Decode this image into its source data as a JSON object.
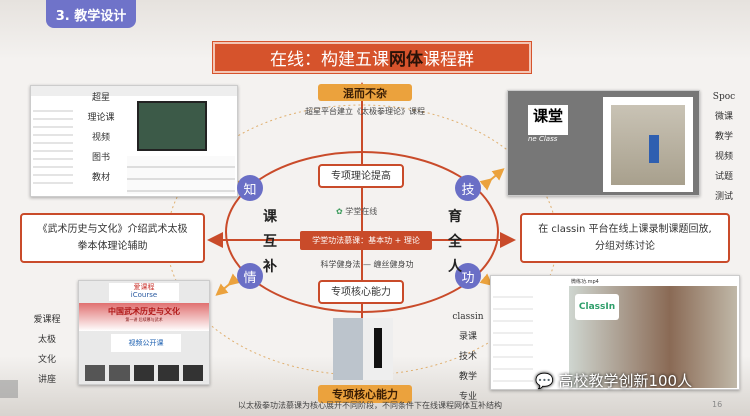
{
  "section_badge": "3. 教学设计",
  "title": {
    "pre": "在线：构建五课",
    "bold": "网体",
    "post": "课程群"
  },
  "top_tag": "混而不杂",
  "top_subtitle": "超星平台建立《太极拳理论》课程",
  "left_top_labels": [
    "超星",
    "理论课",
    "视频",
    "图书",
    "教材"
  ],
  "right_top_labels": [
    "Spoc",
    "微课",
    "教学",
    "视频",
    "试题",
    "测试"
  ],
  "right_top_shot": {
    "logo_text": "课堂",
    "sub": "ne Class"
  },
  "upper_box": "专项理论提高",
  "lower_box": "专项核心能力",
  "center_logo": "学堂在线",
  "center_bar": "学堂功法慕课：基本功 + 理论",
  "center_sub": "科学健身法 — 缠丝健身功",
  "circles": [
    "知",
    "技",
    "情",
    "功"
  ],
  "left_vertical": [
    "课",
    "互",
    "补"
  ],
  "right_vertical": [
    "育",
    "全",
    "人"
  ],
  "left_box": [
    "《武术历史与文化》介绍武术太极",
    "拳本体理论辅助"
  ],
  "right_box": [
    "在 classin 平台在线上课录制课题回放,",
    "分组对练讨论"
  ],
  "bottom_left_labels": [
    "爱课程",
    "太极",
    "文化",
    "讲座"
  ],
  "bottom_left_shot": {
    "logo": "爱课程",
    "logo_sub": "iCourse",
    "heading": "中国武术历史与文化",
    "sub": "第一讲 后续慕与武术",
    "button": "视频公开课"
  },
  "bottom_tag": "专项核心能力",
  "bottom_right_labels": [
    "classin",
    "录课",
    "技术",
    "教学",
    "专业"
  ],
  "bottom_right_shot": {
    "file": "微练功.mp4",
    "brand": "ClassIn"
  },
  "watermark": "高校教学创新100人",
  "caption": "以太极拳功法慕课为核心展开不同阶段，不同条件下在线课程网体互补结构",
  "page_number": "16",
  "colors": {
    "badge": "#6f73c9",
    "banner": "#d6532c",
    "tag": "#eba23d",
    "circle": "#6a6fc6",
    "line": "#c94b2a"
  }
}
